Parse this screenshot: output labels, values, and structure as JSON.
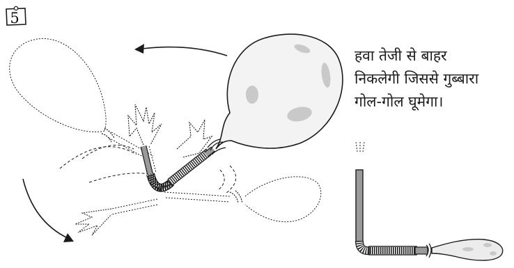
{
  "step": {
    "number": "5"
  },
  "caption": {
    "lines": [
      "हवा तेजी से बाहर",
      "निकलेगी जिससे गुब्बारा",
      "गोल-गोल घूमेगा।"
    ]
  },
  "illustration": {
    "main": [
      "inflated-balloon",
      "bent-straw",
      "ghost-balloon-left",
      "ghost-balloon-right",
      "air-burst-marks",
      "motion-arrows"
    ],
    "inset": [
      "deflated-balloon",
      "bent-straw",
      "air-lines"
    ]
  },
  "colors": {
    "ink": "#1a1a1a",
    "balloon": "#f1f1f1",
    "shade": "#c9c9c9",
    "straw": "#8e8e8e"
  }
}
